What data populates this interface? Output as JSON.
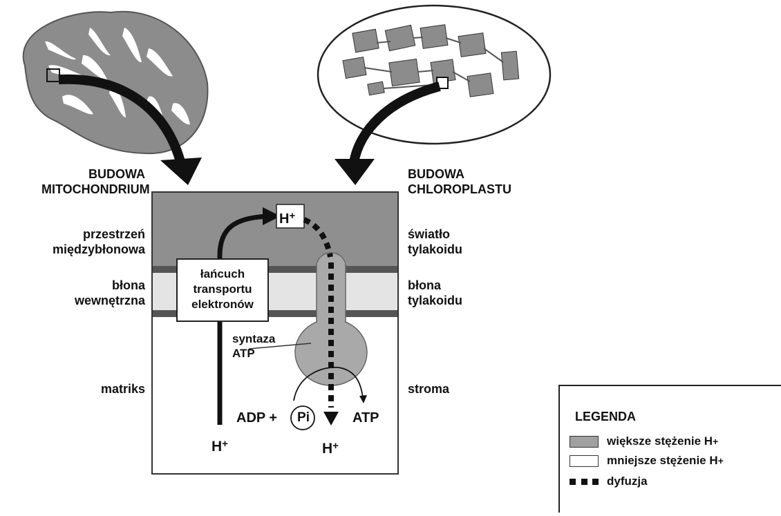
{
  "labels": {
    "mito_title": [
      "BUDOWA",
      "MITOCHONDRIUM"
    ],
    "chloro_title": [
      "BUDOWA",
      "CHLOROPLASTU"
    ],
    "left_intermembrane": [
      "przestrzeń",
      "międzybłonowa"
    ],
    "left_inner_membrane": [
      "błona",
      "wewnętrzna"
    ],
    "left_matrix": "matriks",
    "right_lumen": [
      "światło",
      "tylakoidu"
    ],
    "right_membrane": [
      "błona",
      "tylakoidu"
    ],
    "right_stroma": "stroma"
  },
  "diagram": {
    "etc_label": [
      "łańcuch",
      "transportu",
      "elektronów"
    ],
    "synthase_label": [
      "syntaza",
      "ATP"
    ],
    "h_top": "H",
    "h_sup": "+",
    "adp": "ADP +",
    "pi": "Pi",
    "atp": "ATP",
    "h_bottom_left": "H",
    "h_bottom_right": "H"
  },
  "legend": {
    "title": "LEGENDA",
    "higher": "większe stężenie  H",
    "lower": "mniejsze stężenie H",
    "sup": "+",
    "diffusion": "dyfuzja",
    "higher_color": "#a0a0a0",
    "lower_color": "#ffffff"
  },
  "colors": {
    "organelle_gray": "#8c8c8c",
    "membrane_light": "#e4e4e4",
    "membrane_dark": "#555555",
    "synthase_gray": "#a9a9a9"
  }
}
